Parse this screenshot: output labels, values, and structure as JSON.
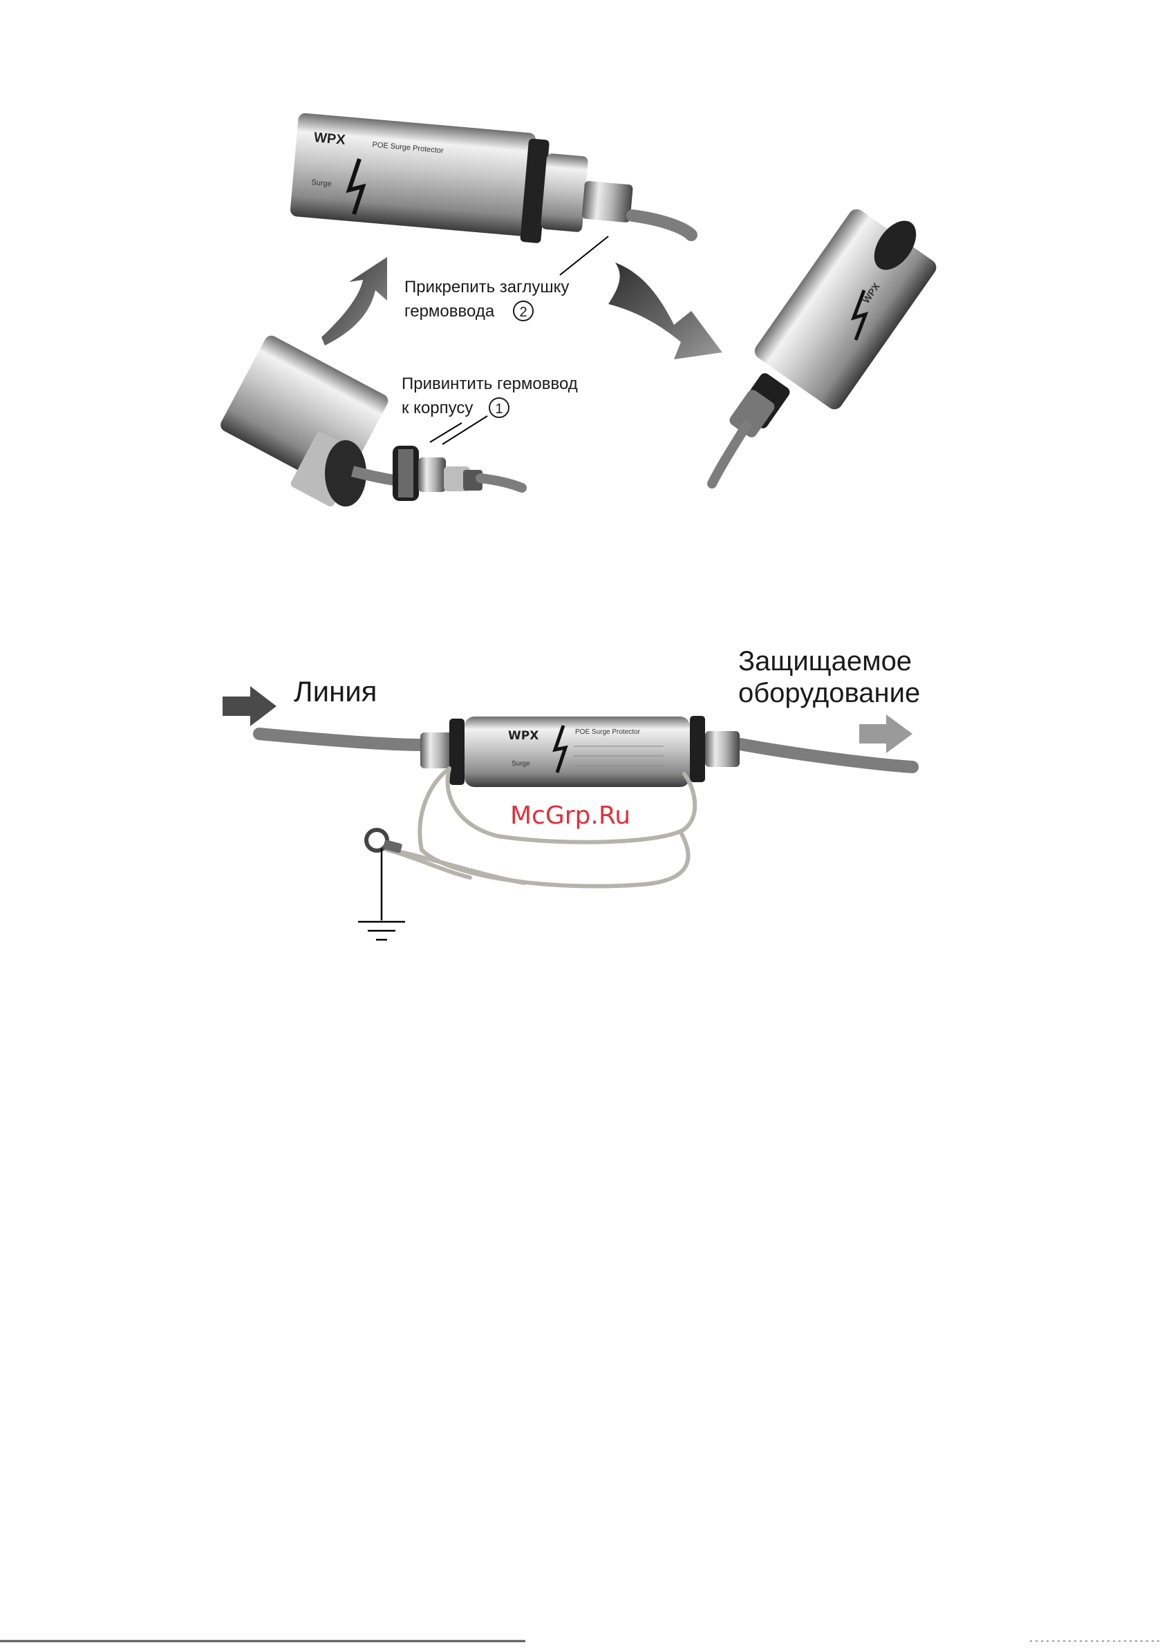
{
  "figure1": {
    "callout_2_line1": "Прикрепить заглушку",
    "callout_2_line2": "гермоввода",
    "callout_2_num": "2",
    "callout_1_line1": "Привинтить гермоввод",
    "callout_1_line2": "к корпусу",
    "callout_1_num": "1",
    "device_brand": "WPX",
    "device_model": "POE Surge Protector",
    "device_side_label": "Surge"
  },
  "figure2": {
    "line_label": "Линия",
    "equipment_label_line1": "Защищаемое",
    "equipment_label_line2": "оборудование",
    "device_brand": "WPX",
    "device_model": "POE Surge Protector",
    "device_side_label": "Surge"
  },
  "watermark": "McGrp.Ru",
  "colors": {
    "watermark": "#e0303a",
    "arrow_dark": "#4a4a4a",
    "arrow_light": "#9a9a9a",
    "cable": "#7d7d7d",
    "ground_wire": "#b4b4ac"
  }
}
